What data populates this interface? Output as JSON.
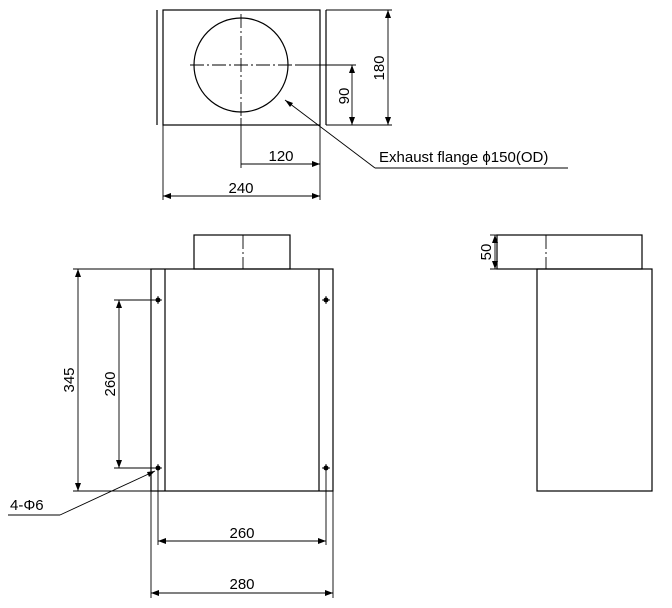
{
  "top_view": {
    "dim_width_total": "240",
    "dim_center_x": "120",
    "dim_height_total": "180",
    "dim_center_y": "90",
    "flange_note": "Exhaust flange ϕ150(OD)"
  },
  "front_view": {
    "dim_height_total": "345",
    "dim_hole_pitch_v": "260",
    "dim_hole_pitch_h": "260",
    "dim_width_total": "280",
    "hole_note": "4-Φ6"
  },
  "side_view": {
    "dim_flange_height": "50"
  }
}
